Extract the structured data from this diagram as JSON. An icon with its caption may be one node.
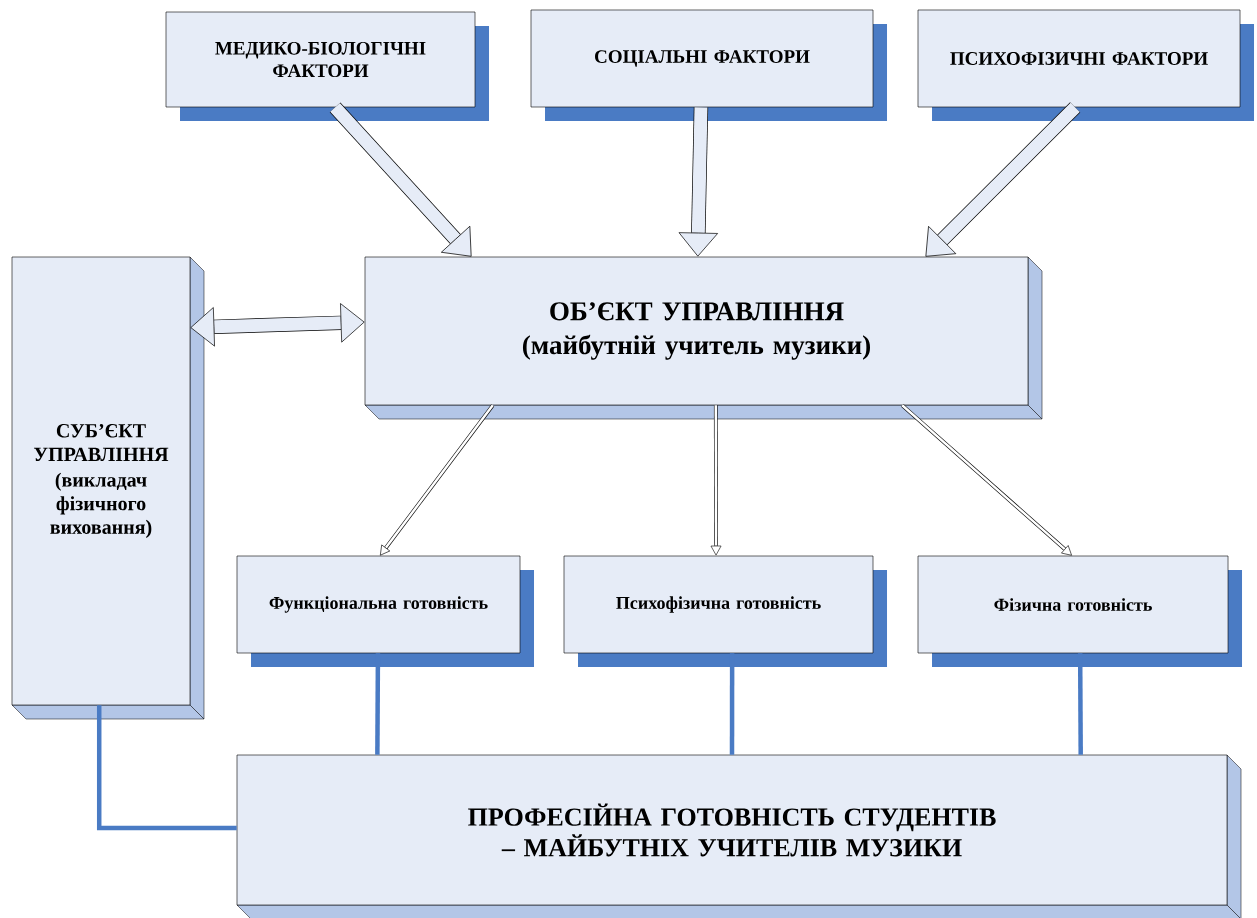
{
  "diagram": {
    "nodes": [
      {
        "text": [
          "МЕДИКО-БІОЛОГІЧНІ ФАКТОРИ"
        ]
      },
      {
        "text": [
          "СОЦІАЛЬНІ ФАКТОРИ"
        ]
      },
      {
        "text": [
          "ПСИХОФІЗИЧНІ ФАКТОРИ"
        ]
      },
      {
        "text": [
          "СУБ’ЄКТ УПРАВЛІННЯ",
          "(викладач фізичного виховання)"
        ]
      },
      {
        "text": [
          "ОБ’ЄКТ УПРАВЛІННЯ",
          "(майбутній учитель музики)"
        ]
      },
      {
        "text": [
          "Функціональна готовність"
        ]
      },
      {
        "text": [
          "Психофізична готовність"
        ]
      },
      {
        "text": [
          "Фізична готовність"
        ]
      },
      {
        "text": [
          "ПРОФЕСІЙНА ГОТОВНІСТЬ СТУДЕНТІВ – МАЙБУТНІХ УЧИТЕЛІВ МУЗИКИ"
        ]
      }
    ],
    "edges": [
      {
        "from": 0,
        "to": 4,
        "arrow": "to",
        "style": "thick"
      },
      {
        "from": 1,
        "to": 4,
        "arrow": "to",
        "style": "thick"
      },
      {
        "from": 2,
        "to": 4,
        "arrow": "to",
        "style": "thick"
      },
      {
        "from": 3,
        "to": 4,
        "arrow": "both",
        "style": "thick"
      },
      {
        "from": 4,
        "to": 5,
        "arrow": "to"
      },
      {
        "from": 4,
        "to": 6,
        "arrow": "to"
      },
      {
        "from": 4,
        "to": 7,
        "arrow": "to"
      },
      {
        "from": 5,
        "to": 8,
        "arrow": "none",
        "color": "#4a7bc4"
      },
      {
        "from": 6,
        "to": 8,
        "arrow": "none",
        "color": "#4a7bc4"
      },
      {
        "from": 7,
        "to": 8,
        "arrow": "none",
        "color": "#4a7bc4"
      },
      {
        "from": 3,
        "to": 8,
        "arrow": "none",
        "color": "#4a7bc4"
      }
    ]
  }
}
